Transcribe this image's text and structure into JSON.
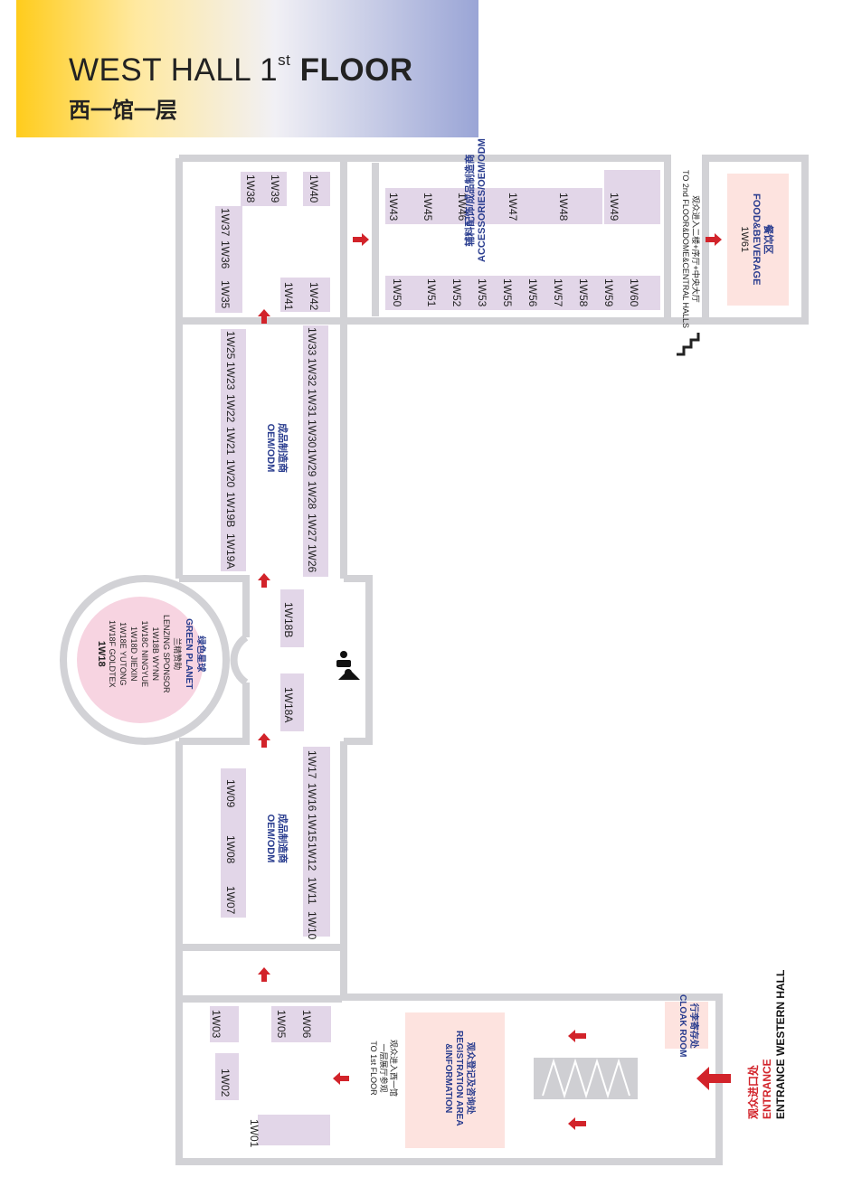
{
  "header": {
    "title_main": "WEST HALL 1",
    "title_sup": "st",
    "title_bold": "FLOOR",
    "subtitle_cn": "西一馆一层"
  },
  "colors": {
    "booth": "#e2d6e8",
    "wall": "#d2d2d6",
    "accent_red": "#d2232a",
    "zone_blue": "#2a3d8f",
    "food_bg": "#fde3df",
    "registration_bg": "#fde3df",
    "green_planet_bg": "#f7d4e1"
  },
  "booths": {
    "b1W01": "1W01",
    "b1W02": "1W02",
    "b1W03": "1W03",
    "b1W05": "1W05",
    "b1W06": "1W06",
    "b1W07": "1W07",
    "b1W08": "1W08",
    "b1W09": "1W09",
    "b1W10": "1W10",
    "b1W11": "1W11",
    "b1W12": "1W12",
    "b1W15": "1W15",
    "b1W16": "1W16",
    "b1W17": "1W17",
    "b1W18A": "1W18A",
    "b1W18B": "1W18B",
    "b1W19A": "1W19A",
    "b1W19B": "1W19B",
    "b1W20": "1W20",
    "b1W21": "1W21",
    "b1W22": "1W22",
    "b1W23": "1W23",
    "b1W25": "1W25",
    "b1W26": "1W26",
    "b1W27": "1W27",
    "b1W28": "1W28",
    "b1W29": "1W29",
    "b1W30": "1W30",
    "b1W31": "1W31",
    "b1W32": "1W32",
    "b1W33": "1W33",
    "b1W35": "1W35",
    "b1W36": "1W36",
    "b1W37": "1W37",
    "b1W38": "1W38",
    "b1W39": "1W39",
    "b1W40": "1W40",
    "b1W41": "1W41",
    "b1W42": "1W42",
    "b1W43": "1W43",
    "b1W45": "1W45",
    "b1W46": "1W46",
    "b1W47": "1W47",
    "b1W48": "1W48",
    "b1W49": "1W49",
    "b1W50": "1W50",
    "b1W51": "1W51",
    "b1W52": "1W52",
    "b1W53": "1W53",
    "b1W55": "1W55",
    "b1W56": "1W56",
    "b1W57": "1W57",
    "b1W58": "1W58",
    "b1W59": "1W59",
    "b1W60": "1W60",
    "b1W61": "1W61"
  },
  "zones": {
    "oem_cn": "成品制造商",
    "oem_en": "OEM/ODM",
    "acc_cn": "辅料配饰/成品制造商",
    "acc_en": "ACCESSORIES/OEM/ODM",
    "food_cn": "餐饮区",
    "food_en": "FOOD&BEVERAGE",
    "reg_cn": "观众登记及咨询处",
    "reg_en1": "REGISTRATION AREA",
    "reg_en2": "&INFORMATION",
    "cloak_cn": "行李寄存处",
    "cloak_en": "CLOAK ROOM",
    "to1f_cn1": "观众进入西一馆",
    "to1f_cn2": "一层展厅参观",
    "to1f_en": "TO 1st FLOOR",
    "to2f_cn": "观众进入二楼+序厅+中央大厅",
    "to2f_en": "TO 2nd FLOOR&DOME&CENTRAL HALLS"
  },
  "green_planet": {
    "cn": "绿色星球",
    "en": "GREEN PLANET",
    "sponsor_cn": "兰精赞助",
    "sponsor_en": "LENZING SPONSOR",
    "lines": [
      "1W18B WYNN",
      "1W18C NINGYUE",
      "1W18D JIEXIN",
      "1W18E YUTONG",
      "1W18F GOLDTEX"
    ],
    "booth": "1W18"
  },
  "entrance": {
    "cn": "观众进口处",
    "en": "ENTRANCE",
    "hall": "ENTRANCE WESTERN HALL"
  }
}
